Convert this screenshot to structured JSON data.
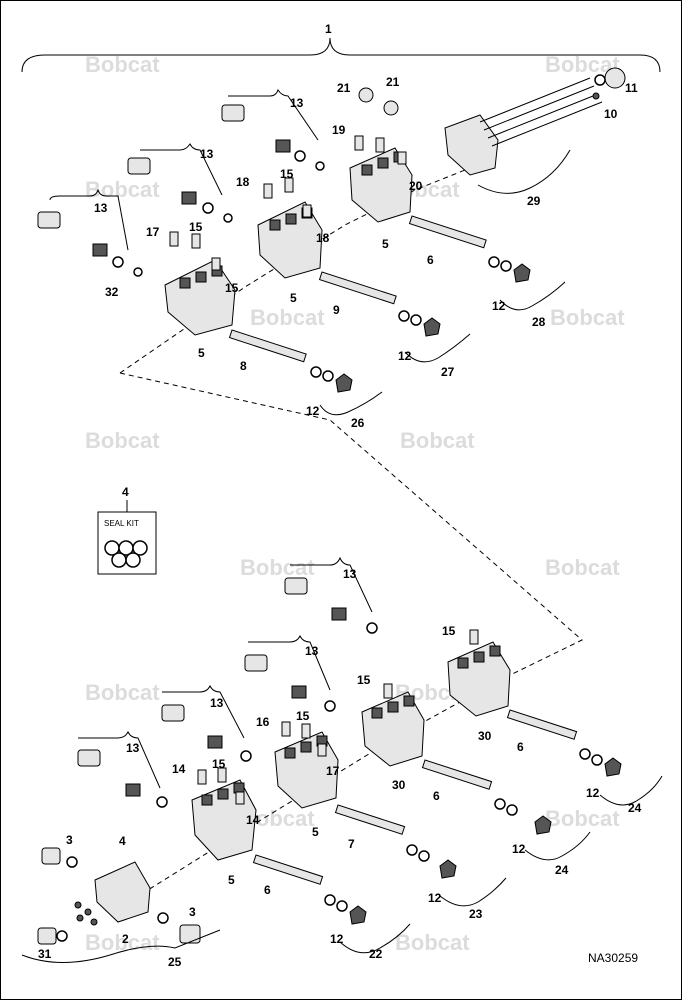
{
  "watermark": "Bobcat",
  "reference": "NA30259",
  "seal_kit_label": "SEAL KIT",
  "callouts": {
    "c1": "1",
    "c2": "2",
    "c3a": "3",
    "c3b": "3",
    "c4a": "4",
    "c4b": "4",
    "c5a": "5",
    "c5b": "5",
    "c5c": "5",
    "c5d": "5",
    "c5e": "5",
    "c6a": "6",
    "c6b": "6",
    "c6c": "6",
    "c6d": "6",
    "c7": "7",
    "c8": "8",
    "c9": "9",
    "c10": "10",
    "c11": "11",
    "c12a": "12",
    "c12b": "12",
    "c12c": "12",
    "c12d": "12",
    "c12e": "12",
    "c12f": "12",
    "c12g": "12",
    "c13a": "13",
    "c13b": "13",
    "c13c": "13",
    "c13d": "13",
    "c13e": "13",
    "c13f": "13",
    "c13g": "13",
    "c14a": "14",
    "c14b": "14",
    "c15a": "15",
    "c15b": "15",
    "c15c": "15",
    "c15d": "15",
    "c15e": "15",
    "c15f": "15",
    "c15g": "15",
    "c16": "16",
    "c17a": "17",
    "c17b": "17",
    "c18a": "18",
    "c18b": "18",
    "c19": "19",
    "c20": "20",
    "c21a": "21",
    "c21b": "21",
    "c22": "22",
    "c23": "23",
    "c24a": "24",
    "c24b": "24",
    "c25": "25",
    "c26": "26",
    "c27": "27",
    "c28": "28",
    "c29": "29",
    "c30a": "30",
    "c30b": "30",
    "c31": "31",
    "c32": "32"
  }
}
